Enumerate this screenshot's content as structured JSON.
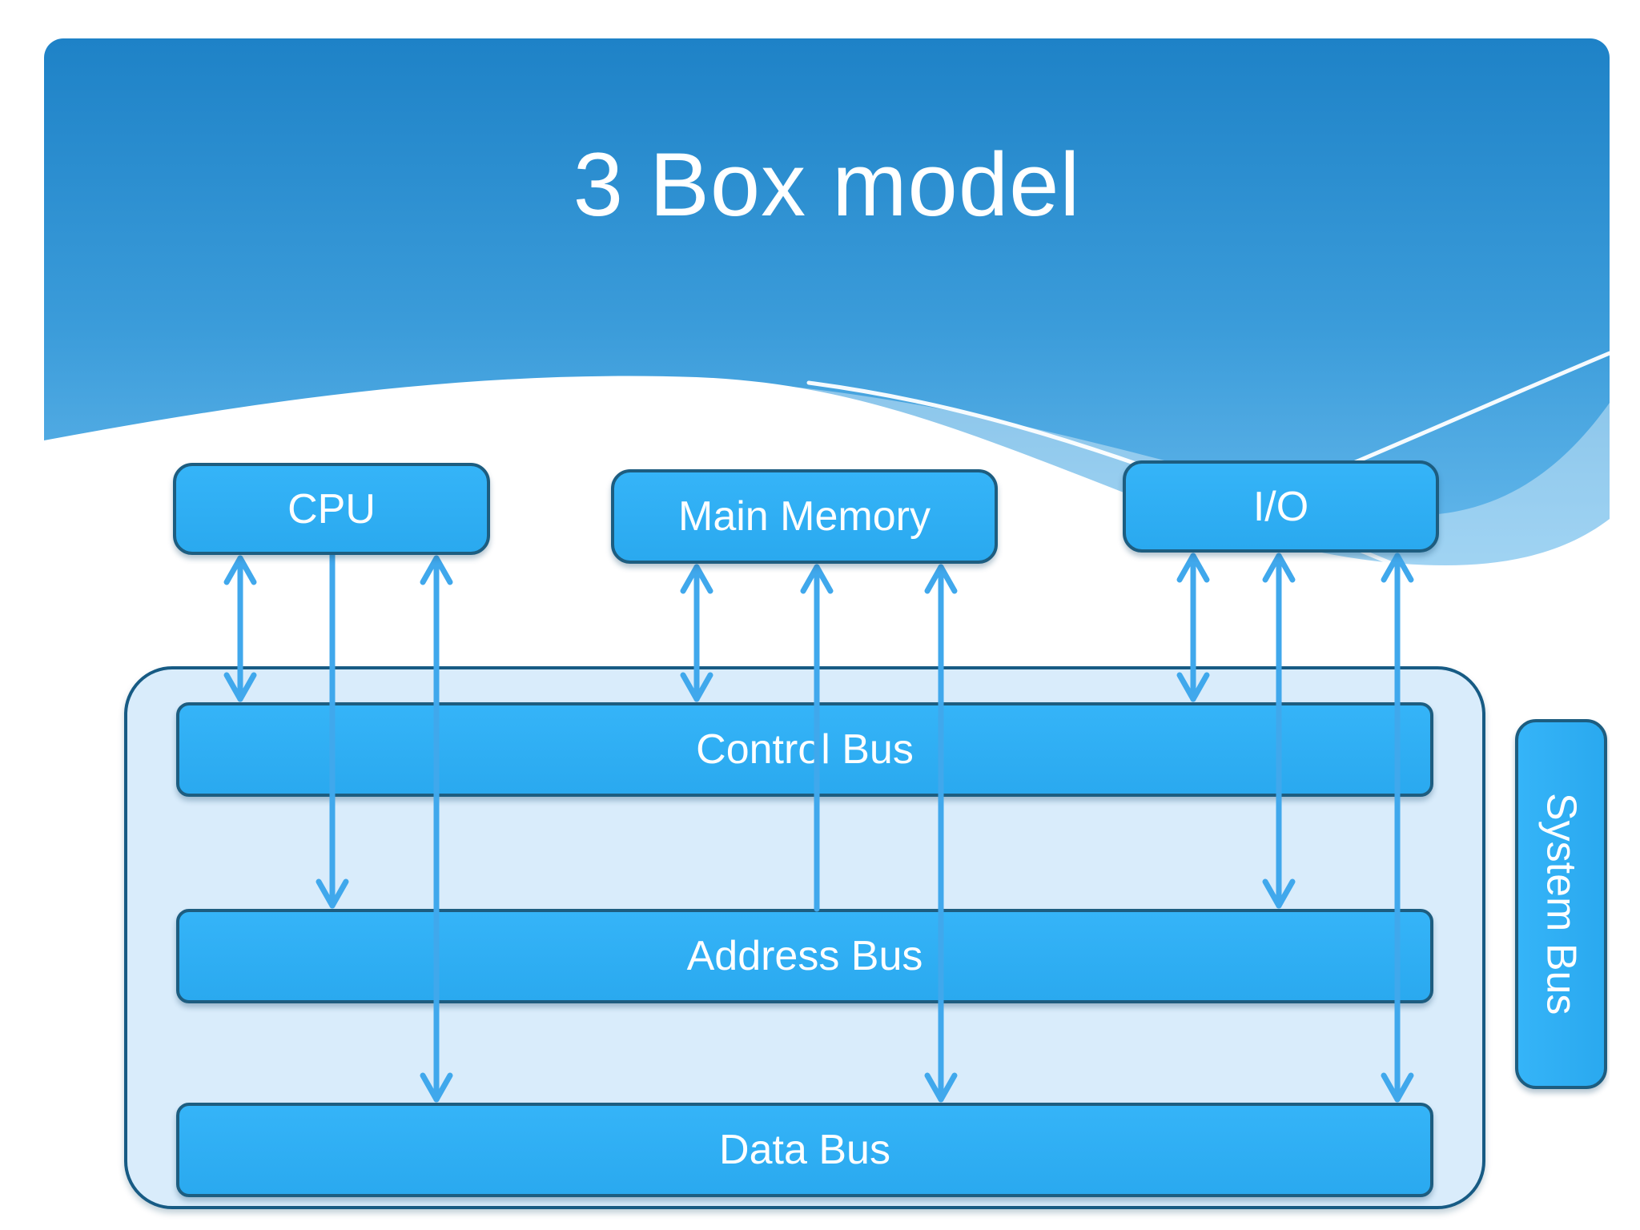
{
  "slide": {
    "title": "3 Box model",
    "components": [
      {
        "label": "CPU"
      },
      {
        "label": "Main Memory"
      },
      {
        "label": "I/O"
      }
    ],
    "buses": [
      {
        "label": "Control Bus"
      },
      {
        "label": "Address Bus"
      },
      {
        "label": "Data Bus"
      }
    ],
    "side_label": "System Bus",
    "connections": [
      {
        "from": "CPU",
        "to": "Control Bus",
        "direction": "bidirectional"
      },
      {
        "from": "CPU",
        "to": "Address Bus",
        "direction": "component-to-bus"
      },
      {
        "from": "CPU",
        "to": "Data Bus",
        "direction": "bidirectional"
      },
      {
        "from": "Main Memory",
        "to": "Control Bus",
        "direction": "bidirectional"
      },
      {
        "from": "Address Bus",
        "to": "Main Memory",
        "direction": "bus-to-component"
      },
      {
        "from": "Main Memory",
        "to": "Data Bus",
        "direction": "bidirectional"
      },
      {
        "from": "I/O",
        "to": "Control Bus",
        "direction": "bidirectional"
      },
      {
        "from": "I/O",
        "to": "Address Bus",
        "direction": "bidirectional"
      },
      {
        "from": "I/O",
        "to": "Data Bus",
        "direction": "bidirectional"
      }
    ],
    "colors": {
      "sky_top": "#1e82c7",
      "sky_bottom": "#66b9ec",
      "box_fill": "#31b0f5",
      "box_border": "#1d5d80",
      "panel_fill": "#d9ecfb",
      "panel_border": "#175b84",
      "arrow": "#40a8ec",
      "text": "#ffffff"
    }
  }
}
